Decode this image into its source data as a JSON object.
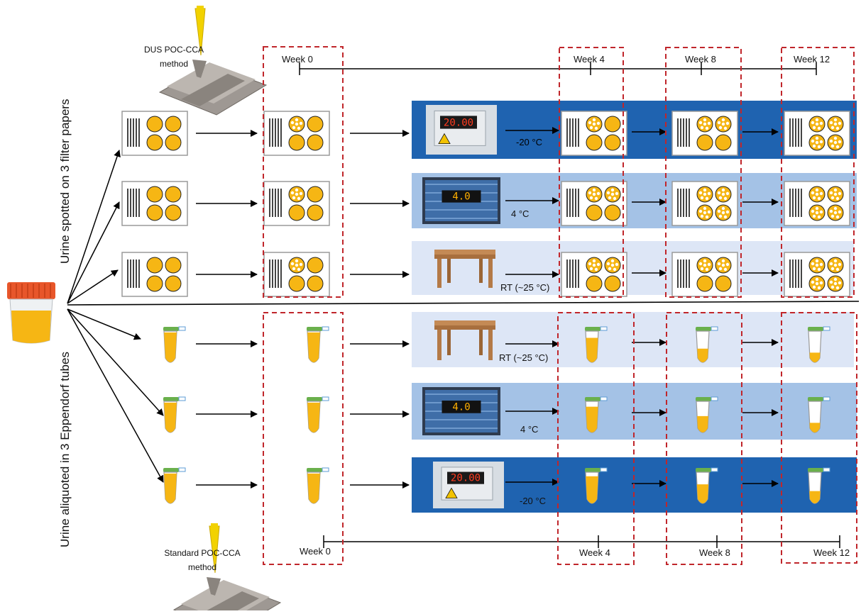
{
  "labels": {
    "dus_method_line1": "DUS POC-CCA",
    "dus_method_line2": "method",
    "std_method_line1": "Standard POC-CCA",
    "std_method_line2": "method",
    "filter_papers": "Urine spotted on 3 filter papers",
    "eppendorf": "Urine aliquoted in 3 Eppendorf tubes"
  },
  "timeline_top": [
    "Week 0",
    "Week 4",
    "Week 8",
    "Week 12"
  ],
  "timeline_bottom": [
    "Week 0",
    "Week 4",
    "Week 8",
    "Week 12"
  ],
  "rows": [
    {
      "id": "fp-minus20",
      "kind": "paper",
      "condition": "-20 °C",
      "storage": "freezer",
      "display": "20.00",
      "band": "#1f63b0"
    },
    {
      "id": "fp-4",
      "kind": "paper",
      "condition": "4 °C",
      "storage": "fridge",
      "display": "4.0",
      "band": "#a4c2e6"
    },
    {
      "id": "fp-rt",
      "kind": "paper",
      "condition": "RT (~25 °C)",
      "storage": "table",
      "display": "",
      "band": "#dde6f6"
    },
    {
      "id": "tube-rt",
      "kind": "tube",
      "condition": "RT (~25 °C)",
      "storage": "table",
      "display": "",
      "band": "#dde6f6"
    },
    {
      "id": "tube-4",
      "kind": "tube",
      "condition": "4 °C",
      "storage": "fridge",
      "display": "4.0",
      "band": "#a4c2e6"
    },
    {
      "id": "tube-minus20",
      "kind": "tube",
      "condition": "-20 °C",
      "storage": "freezer",
      "display": "20.00",
      "band": "#1f63b0"
    }
  ],
  "colors": {
    "urine": "#f6b614",
    "urine_stroke": "#c9900a",
    "dashed_box": "#c0262b",
    "arrow": "#000000",
    "jar_cap": "#e8562a",
    "tube_cap": "#6ab04c"
  },
  "icons": {
    "cassette": "poc-cca-cassette-icon",
    "urine_jar": "urine-container-icon",
    "filter_paper": "filter-paper-card-icon",
    "tube": "eppendorf-tube-icon",
    "freezer": "freezer-icon",
    "fridge": "fridge-icon",
    "table": "table-icon"
  }
}
